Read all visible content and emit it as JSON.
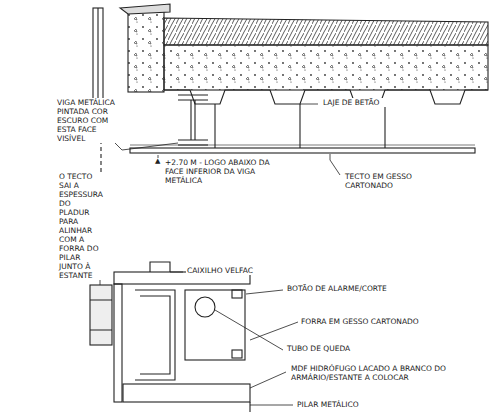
{
  "diagram": {
    "labels": [
      "LAJE DE BETÃO",
      "VIGA METÁLICA PINTADA COR ESCURO COM ESTA FACE VISÍVEL",
      "+2.70 M - LOGO ABAIXO DA FACE INFERIOR DA VIGA METÁLICA",
      "TECTO EM GESSO CARTONADO",
      "O TECTO SAI A ESPESSURA DO PLADUR PARA ALINHAR COM A FORRA DO PILAR JUNTO À ESTANTE",
      "CAIXILHO VELFAC",
      "BOTÃO DE ALARME/CORTE",
      "FORRA EM GESSO CARTONADO",
      "TUBO DE QUEDA",
      "MDF HIDRÓFUGO LACADO A BRANCO DO ARMÁRIO/ESTANTE A COLOCAR",
      "PILAR METÁLICO"
    ]
  }
}
